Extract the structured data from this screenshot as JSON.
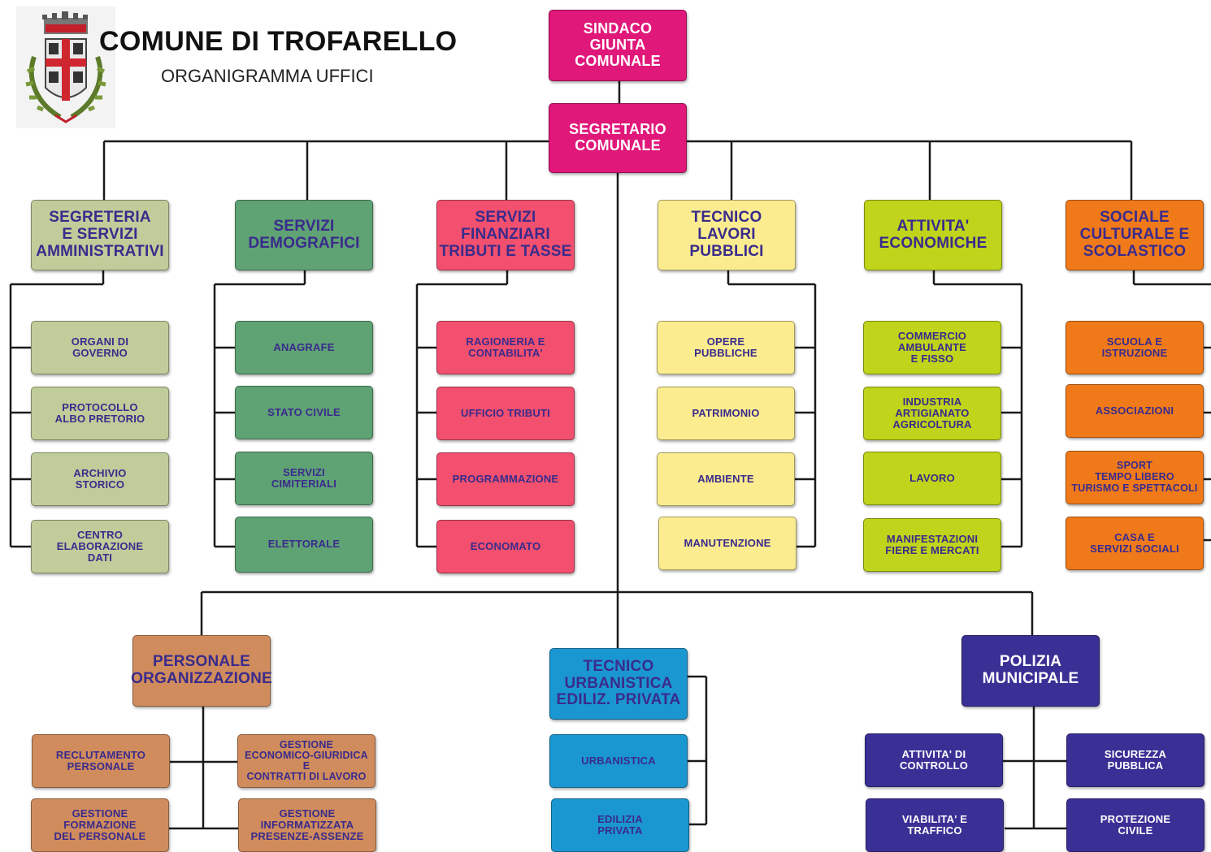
{
  "header": {
    "title": "COMUNE DI TROFARELLO",
    "subtitle": "ORGANIGRAMMA UFFICI"
  },
  "colors": {
    "top": "#e0187a",
    "segreteria": "#c0cc9a",
    "demografici": "#5fa274",
    "finanziari": "#f2506e",
    "tecnico_lp": "#fbec8f",
    "attivita": "#bfd41a",
    "sociale": "#f07a1a",
    "personale": "#d08c5c",
    "urbanistica": "#1a97d0",
    "polizia": "#3a2f95"
  },
  "top": {
    "sindaco": "SINDACO\nGIUNTA\nCOMUNALE",
    "segretario": "SEGRETARIO\nCOMUNALE"
  },
  "departments": {
    "segreteria": {
      "label": "SEGRETERIA\nE SERVIZI\nAMMINISTRATIVI",
      "offices": [
        "ORGANI DI\nGOVERNO",
        "PROTOCOLLO\nALBO PRETORIO",
        "ARCHIVIO\nSTORICO",
        "CENTRO\nELABORAZIONE\nDATI"
      ]
    },
    "demografici": {
      "label": "SERVIZI\nDEMOGRAFICI",
      "offices": [
        "ANAGRAFE",
        "STATO CIVILE",
        "SERVIZI\nCIMITERIALI",
        "ELETTORALE"
      ]
    },
    "finanziari": {
      "label": "SERVIZI\nFINANZIARI\nTRIBUTI E TASSE",
      "offices": [
        "RAGIONERIA E\nCONTABILITA'",
        "UFFICIO TRIBUTI",
        "PROGRAMMAZIONE",
        "ECONOMATO"
      ]
    },
    "tecnico_lp": {
      "label": "TECNICO\nLAVORI\nPUBBLICI",
      "offices": [
        "OPERE\nPUBBLICHE",
        "PATRIMONIO",
        "AMBIENTE",
        "MANUTENZIONE"
      ]
    },
    "attivita": {
      "label": "ATTIVITA'\nECONOMICHE",
      "offices": [
        "COMMERCIO\nAMBULANTE\nE FISSO",
        "INDUSTRIA\nARTIGIANATO\nAGRICOLTURA",
        "LAVORO",
        "MANIFESTAZIONI\nFIERE E MERCATI"
      ]
    },
    "sociale": {
      "label": "SOCIALE\nCULTURALE E\nSCOLASTICO",
      "offices": [
        "SCUOLA E\nISTRUZIONE",
        "ASSOCIAZIONI",
        "SPORT\nTEMPO LIBERO\nTURISMO E SPETTACOLI",
        "CASA E\nSERVIZI SOCIALI"
      ]
    },
    "personale": {
      "label": "PERSONALE\nORGANIZZAZIONE",
      "offices": [
        "RECLUTAMENTO\nPERSONALE",
        "GESTIONE\nECONOMICO-GIURIDICA\nE\nCONTRATTI DI LAVORO",
        "GESTIONE\nFORMAZIONE\nDEL PERSONALE",
        "GESTIONE\nINFORMATIZZATA\nPRESENZE-ASSENZE"
      ]
    },
    "urbanistica": {
      "label": "TECNICO\nURBANISTICA\nEDILIZ. PRIVATA",
      "offices": [
        "URBANISTICA",
        "EDILIZIA\nPRIVATA"
      ]
    },
    "polizia": {
      "label": "POLIZIA\nMUNICIPALE",
      "offices": [
        "ATTIVITA' DI\nCONTROLLO",
        "SICUREZZA\nPUBBLICA",
        "VIABILITA' E\nTRAFFICO",
        "PROTEZIONE\nCIVILE"
      ]
    }
  }
}
